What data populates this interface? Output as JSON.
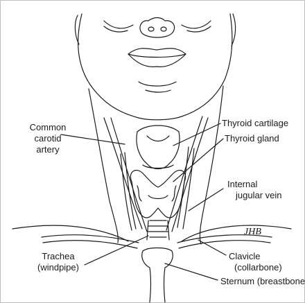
{
  "labels": {
    "common_carotid": [
      "Common",
      "carotid",
      "artery"
    ],
    "thyroid_cartilage": "Thyroid cartilage",
    "thyroid_gland": "Thyroid gland",
    "internal_jugular": [
      "Internal",
      "jugular vein"
    ],
    "trachea": [
      "Trachea",
      "(windpipe)"
    ],
    "clavicle": [
      "Clavicle",
      "(collarbone)"
    ],
    "sternum": "Sternum (breastbone)"
  },
  "signature": "JHB",
  "colors": {
    "ink": "#1a1a1a",
    "background": "#ffffff",
    "border": "#bdbdbd"
  }
}
